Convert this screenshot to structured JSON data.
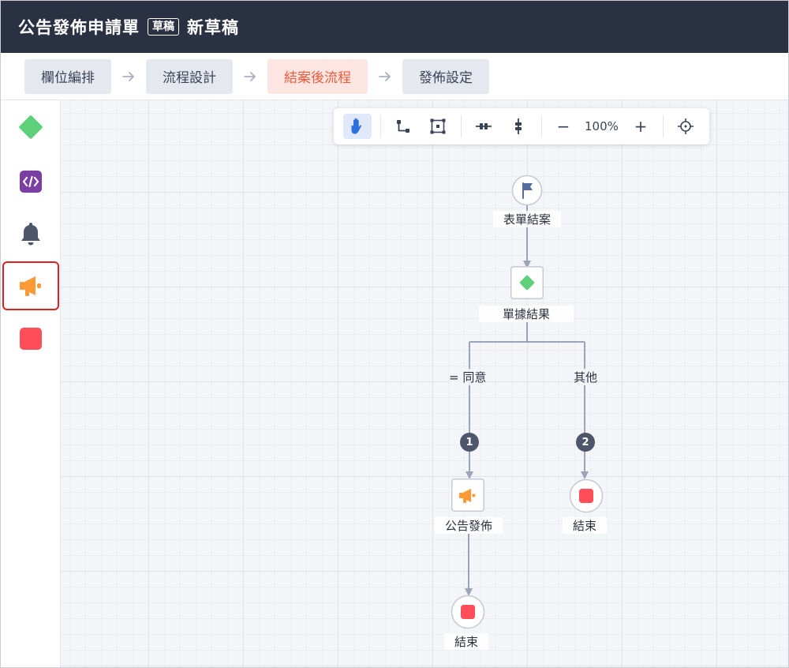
{
  "header": {
    "title": "公告發佈申請單",
    "status_badge": "草稿",
    "draft_name": "新草稿"
  },
  "steps": [
    {
      "label": "欄位編排",
      "active": false
    },
    {
      "label": "流程設計",
      "active": false
    },
    {
      "label": "結案後流程",
      "active": true
    },
    {
      "label": "發佈設定",
      "active": false
    }
  ],
  "palette": {
    "items": [
      "decision-node",
      "script-node",
      "notification-node",
      "announcement-node",
      "end-node"
    ],
    "selected": "announcement-node"
  },
  "toolbar": {
    "zoom_level": "100%",
    "zoom_out": "−",
    "zoom_in": "+"
  },
  "flow": {
    "start_node": {
      "label": "表單結案"
    },
    "decision_node": {
      "label": "單據結果"
    },
    "branches": [
      {
        "condition": "= 同意",
        "order": "1"
      },
      {
        "condition": "其他",
        "order": "2"
      }
    ],
    "announcement_node": {
      "label": "公告發佈"
    },
    "end_node_branch2": {
      "label": "結束"
    },
    "end_node_final": {
      "label": "結束"
    }
  },
  "colors": {
    "header_bg": "#2a3142",
    "active_step_bg": "#fde6e1",
    "active_step_text": "#ee5a3c",
    "decision_green": "#5ed07a",
    "script_purple": "#7b3fa4",
    "announcement_orange": "#fd9a35",
    "end_red": "#ff4d5a",
    "edge_gray": "#9aa3b8",
    "selection_red": "#e02020"
  }
}
